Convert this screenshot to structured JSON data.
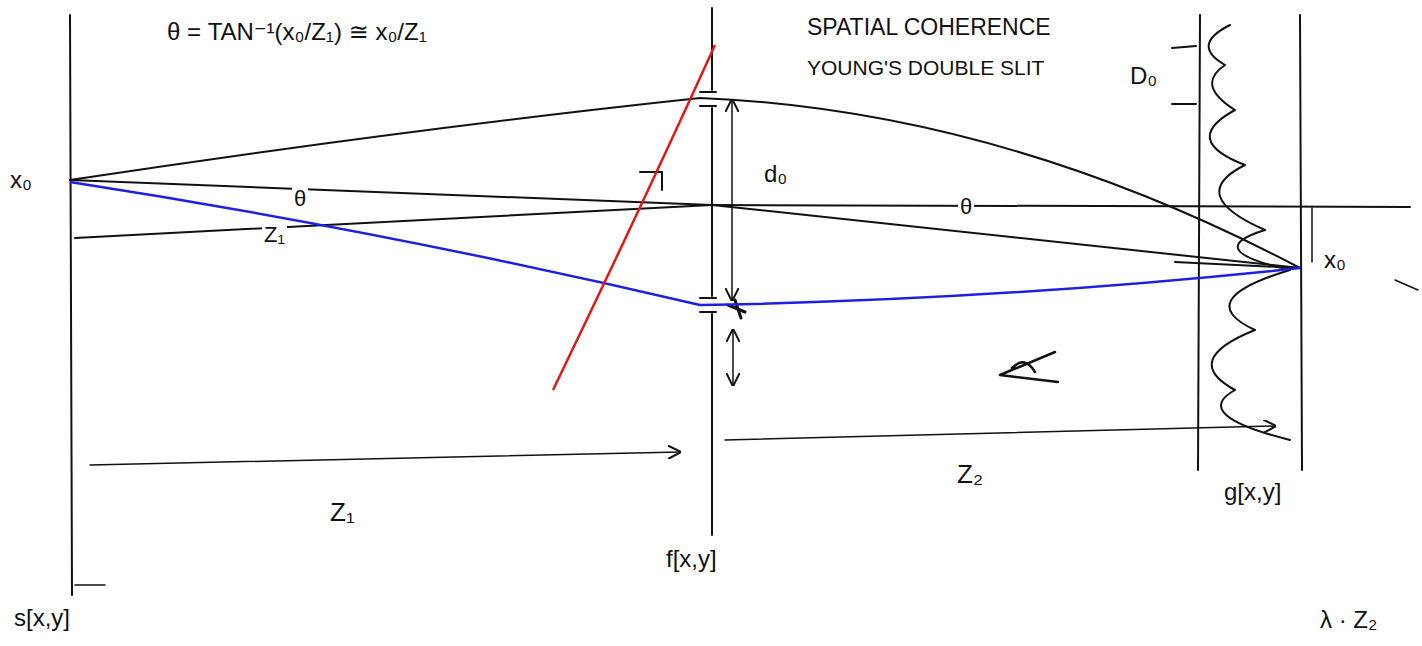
{
  "diagram": {
    "labels": [
      "θ = TAN⁻¹(x₀/Z₁) ≅ x₀/Z₁",
      "SPATIAL COHERENCE",
      "YOUNG'S DOUBLE SLIT",
      "D₀",
      "x₀",
      "θ",
      "Z₁",
      "d₀",
      "θ",
      "x₀",
      "Z₁",
      "Z₂",
      "s[x,y]",
      "f[x,y]",
      "g[x,y]",
      "λ · Z₂"
    ]
  }
}
